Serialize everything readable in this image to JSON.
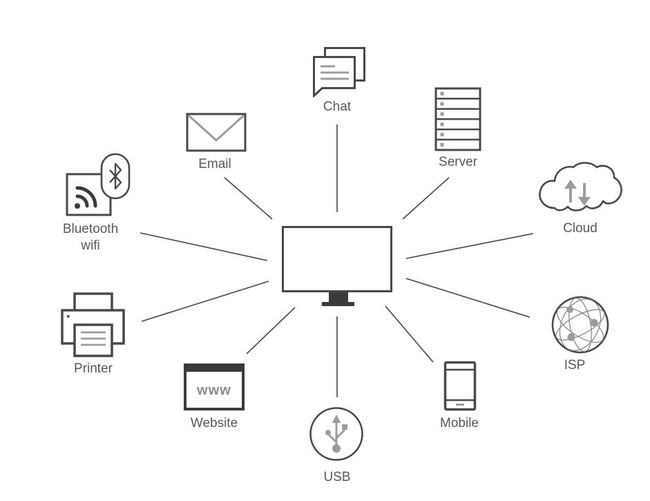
{
  "diagram": {
    "description": "Computer network connectivity diagram: central computer monitor connected by lines to ten peripherals and services",
    "center": {
      "id": "computer",
      "icon": "monitor-icon",
      "label": ""
    },
    "nodes": [
      {
        "id": "chat",
        "label": "Chat",
        "icon": "chat-bubbles-icon"
      },
      {
        "id": "server",
        "label": "Server",
        "icon": "server-rack-icon"
      },
      {
        "id": "cloud",
        "label": "Cloud",
        "icon": "cloud-sync-icon"
      },
      {
        "id": "isp",
        "label": "ISP",
        "icon": "globe-network-icon"
      },
      {
        "id": "mobile",
        "label": "Mobile",
        "icon": "smartphone-icon"
      },
      {
        "id": "usb",
        "label": "USB",
        "icon": "usb-connector-icon"
      },
      {
        "id": "website",
        "label": "Website",
        "icon": "browser-window-icon",
        "icon_text": "www"
      },
      {
        "id": "printer",
        "label": "Printer",
        "icon": "printer-icon"
      },
      {
        "id": "bluetooth_wifi",
        "label": "Bluetooth wifi",
        "icon": "bluetooth-wifi-icon"
      },
      {
        "id": "email",
        "label": "Email",
        "icon": "envelope-icon"
      }
    ],
    "edges": [
      [
        "computer",
        "chat"
      ],
      [
        "computer",
        "server"
      ],
      [
        "computer",
        "cloud"
      ],
      [
        "computer",
        "isp"
      ],
      [
        "computer",
        "mobile"
      ],
      [
        "computer",
        "usb"
      ],
      [
        "computer",
        "website"
      ],
      [
        "computer",
        "printer"
      ],
      [
        "computer",
        "bluetooth_wifi"
      ],
      [
        "computer",
        "email"
      ]
    ],
    "colors": {
      "background": "#ffffff",
      "icon_stroke": "#48484a",
      "icon_dark_fill": "#3a3a3c",
      "icon_gray_detail": "#9b9b9b",
      "label_text": "#58595b",
      "connector_line": "#454547"
    }
  }
}
